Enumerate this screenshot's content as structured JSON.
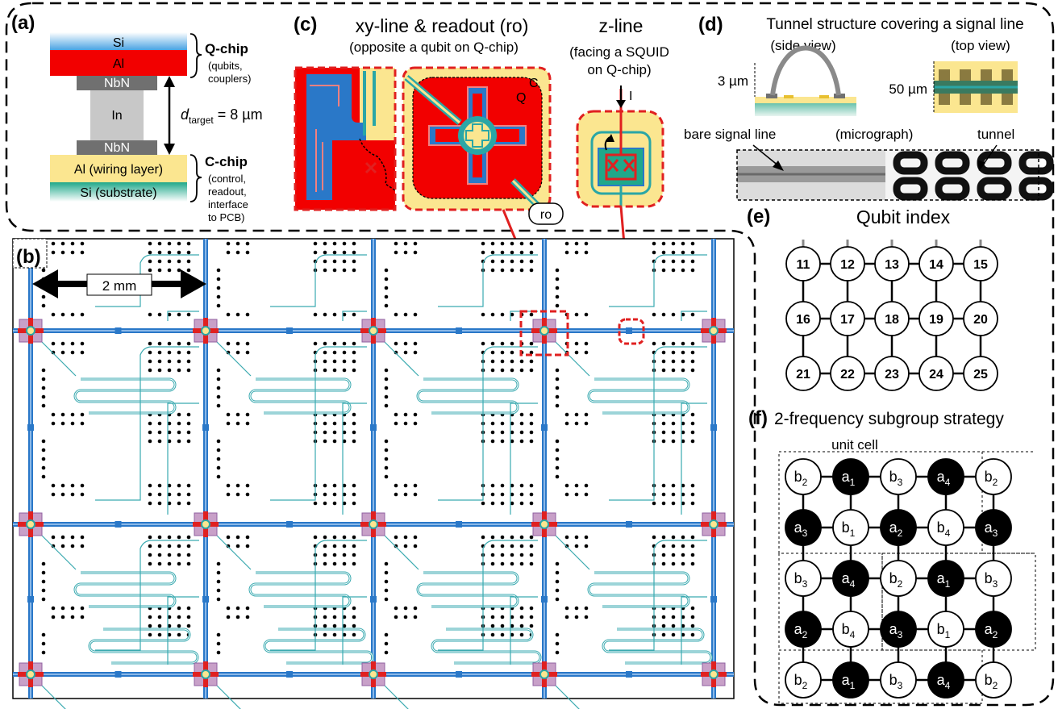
{
  "colors": {
    "al_red": "#f20000",
    "al_yellow": "#fbe690",
    "nbn_gray": "#707070",
    "in_gray": "#c8c8c8",
    "si_top": "#4aa3e0",
    "si_bottom": "#1fa88a",
    "wire_blue": "#2a78c8",
    "resonator_teal": "#2aa6a6",
    "qubit_red": "#e02020"
  },
  "panel_a": {
    "letter": "(a)",
    "layers": {
      "si": "Si",
      "al": "Al",
      "nbn_top": "NbN",
      "in": "In",
      "nbn_bottom": "NbN",
      "al_wiring": "Al (wiring layer)",
      "si_substrate": "Si (substrate)"
    },
    "qchip_label": "Q-chip",
    "qchip_desc": [
      "(qubits,",
      "couplers)"
    ],
    "cchip_label": "C-chip",
    "cchip_desc": [
      "(control,",
      "readout,",
      "interface",
      "to PCB)"
    ],
    "d_symbol": "d",
    "d_sub": "target",
    "d_value": " = 8 µm"
  },
  "panel_b": {
    "letter": "(b)",
    "scale": "2 mm"
  },
  "panel_c": {
    "letter": "(c)",
    "title": "xy-line & readout (ro)",
    "subtitle": "(opposite a qubit on Q-chip)",
    "zline_title": "z-line",
    "zline_sub1": "(facing a SQUID",
    "zline_sub2": "on Q-chip)",
    "label_c": "C",
    "label_q": "Q",
    "label_i": "I",
    "label_ro": "ro"
  },
  "panel_d": {
    "letter": "(d)",
    "title": "Tunnel structure covering a signal line",
    "side_view": "(side view)",
    "top_view": "(top view)",
    "height": "3 µm",
    "width": "50 µm",
    "bare_line": "bare signal line",
    "micrograph": "(micrograph)",
    "tunnel": "tunnel"
  },
  "panel_e": {
    "letter": "(e)",
    "title": "Qubit index",
    "indices": [
      [
        11,
        12,
        13,
        14,
        15
      ],
      [
        16,
        17,
        18,
        19,
        20
      ],
      [
        21,
        22,
        23,
        24,
        25
      ]
    ]
  },
  "panel_f": {
    "letter": "(f)",
    "title": "2-frequency subgroup strategy",
    "unit_cell": "unit cell",
    "grid": [
      [
        [
          "b",
          "2"
        ],
        [
          "a",
          "1"
        ],
        [
          "b",
          "3"
        ],
        [
          "a",
          "4"
        ],
        [
          "b",
          "2"
        ]
      ],
      [
        [
          "a",
          "3"
        ],
        [
          "b",
          "1"
        ],
        [
          "a",
          "2"
        ],
        [
          "b",
          "4"
        ],
        [
          "a",
          "3"
        ]
      ],
      [
        [
          "b",
          "3"
        ],
        [
          "a",
          "4"
        ],
        [
          "b",
          "2"
        ],
        [
          "a",
          "1"
        ],
        [
          "b",
          "3"
        ]
      ],
      [
        [
          "a",
          "2"
        ],
        [
          "b",
          "4"
        ],
        [
          "a",
          "3"
        ],
        [
          "b",
          "1"
        ],
        [
          "a",
          "2"
        ]
      ],
      [
        [
          "b",
          "2"
        ],
        [
          "a",
          "1"
        ],
        [
          "b",
          "3"
        ],
        [
          "a",
          "4"
        ],
        [
          "b",
          "2"
        ]
      ]
    ]
  }
}
